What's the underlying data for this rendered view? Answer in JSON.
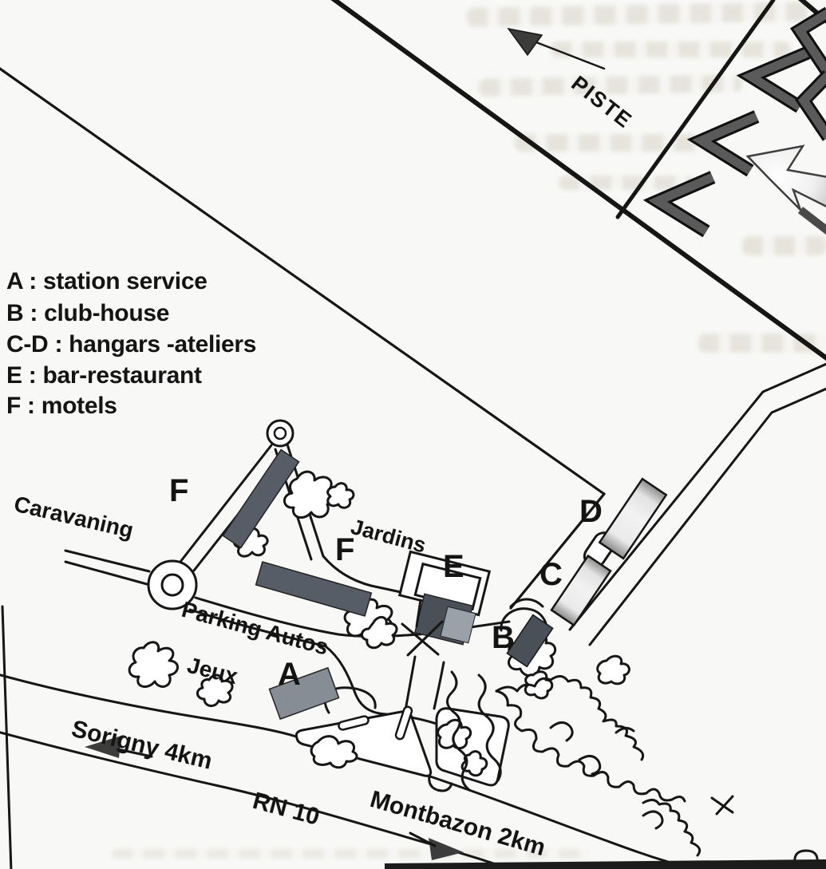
{
  "legend": {
    "lines": [
      "A : station service",
      "B : club-house",
      "C-D : hangars -ateliers",
      "E : bar-restaurant",
      "F : motels"
    ]
  },
  "labels": {
    "piste": "PISTE",
    "caravaning": "Caravaning",
    "jardins": "Jardins",
    "jeux": "Jeux",
    "parking_autos": "Parking Autos",
    "sorigny": "Sorigny 4km",
    "rn10": "RN 10",
    "montbazon": "Montbazon 2km"
  },
  "buildings": {
    "f_upper": "F",
    "f_lower": "F",
    "a": "A",
    "b": "B",
    "c": "C",
    "d": "D",
    "e": "E"
  },
  "colors": {
    "ink": "#161616",
    "building_dark": "#565d66",
    "building_medium": "#868d94",
    "building_b": "#4a5058",
    "building_e_dark": "#4a5058",
    "building_e_light": "#9ba1a8",
    "chevron": "#5a5a5a",
    "arrow_fill": "#3c3c3c",
    "scan_band": "#1c1c1c",
    "paper": "#f8f8f6"
  }
}
